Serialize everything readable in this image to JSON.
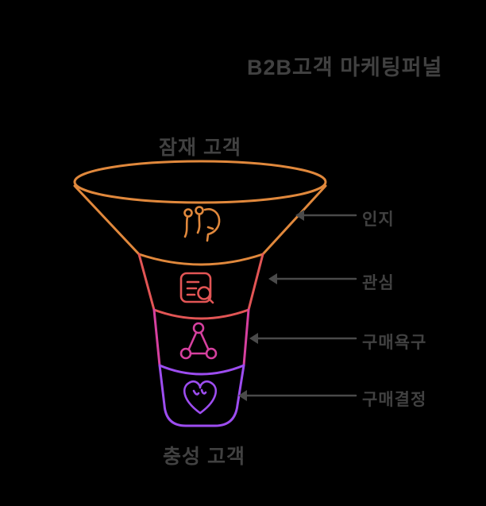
{
  "title": "B2B고객 마케팅퍼널",
  "funnel": {
    "top_label": "잠재 고객",
    "bottom_label": "충성 고객",
    "stages": [
      {
        "label": "인지",
        "icon": "awareness-head-icon"
      },
      {
        "label": "관심",
        "icon": "document-search-icon"
      },
      {
        "label": "구매욕구",
        "icon": "network-share-icon"
      },
      {
        "label": "구매결정",
        "icon": "heart-icon"
      }
    ]
  },
  "chart_data": {
    "type": "funnel",
    "title": "B2B고객 마케팅퍼널",
    "entry_label": "잠재 고객",
    "exit_label": "충성 고객",
    "stages": [
      "인지",
      "관심",
      "구매욕구",
      "구매결정"
    ],
    "stage_colors": [
      "#e0883c",
      "#e25555",
      "#d6409f",
      "#9d4df0"
    ],
    "legend_position": "right",
    "grid": false
  },
  "theme": {
    "background": "#000000",
    "text_color": "#414141",
    "connector_color": "#4a4a4a",
    "stage_colors": [
      "#e0883c",
      "#e25555",
      "#d6409f",
      "#9d4df0"
    ]
  }
}
